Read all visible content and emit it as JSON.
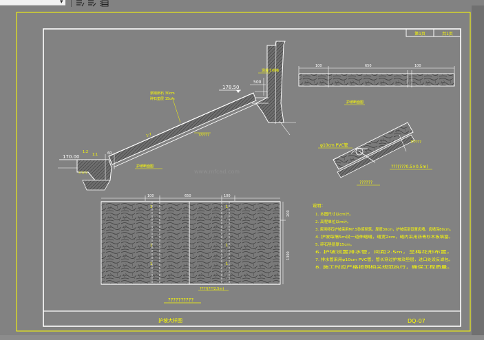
{
  "toolbar": {
    "dropdown_arrow": "▾",
    "icons": [
      "properties-icon",
      "layer-properties-icon",
      "table-icon"
    ]
  },
  "drawing": {
    "title_block": {
      "cell1": "第1页",
      "cell2": "共1页",
      "drawing_no": "DQ-07",
      "sheet_title": "护坡大样图"
    },
    "elevations": {
      "top": "178.50",
      "bottom": "170.00"
    },
    "dims": {
      "d500": "500",
      "d60": "60",
      "d100": "100",
      "d650": "650",
      "plan_height_200": "200",
      "plan_height_1300": "1300"
    },
    "slope_labels": {
      "main": "1:2",
      "mid": "1:1",
      "corner": "1:7"
    },
    "section_labels": {
      "concrete_wall": "混凝土挡墙",
      "thickness_top": "浆砌卵石 30cm",
      "thickness_bottom": "碎石垫层 15cm",
      "unknown_1": "??????",
      "unknown_2": "??????",
      "unknown_3": "??????????",
      "pipe": "φ10cm PVC管",
      "pipe_spacing": "???(???0.5×0.5m)",
      "section_title": "护坡断面图",
      "detail_title": "排水管大样图",
      "spacing_note": "????(???2.5m)"
    },
    "notes": {
      "heading": "说明：",
      "lines": [
        "1. 本图尺寸以cm计。",
        "2. 高程单位以m计。",
        "3. 浆砌卵石护坡采用M7.5砂浆砌筑，厚度30cm，护坡底部设置齿墙，齿墙深80cm。",
        "4. 护坡每隔5m设一道伸缩缝，缝宽2cm，缝内采用沥青杉木板填塞。",
        "5. 碎石垫层厚15cm。",
        "6. 护坡设置排水管，间距2.5m，呈梅花形布置。",
        "7. 排水管采用φ10cm PVC管，管长穿过护坡及垫层，进口处设反滤包。",
        "8. 施工时应严格按照相关规范执行，确保工程质量。"
      ]
    },
    "watermark": "www.mfcad.com"
  },
  "colors": {
    "background": "#828282",
    "sheet_border": "#ffff00",
    "linework": "#ffffff",
    "dimension": "#ffffff",
    "annotation": "#ffff00",
    "hatch": "#5a5a5a"
  }
}
